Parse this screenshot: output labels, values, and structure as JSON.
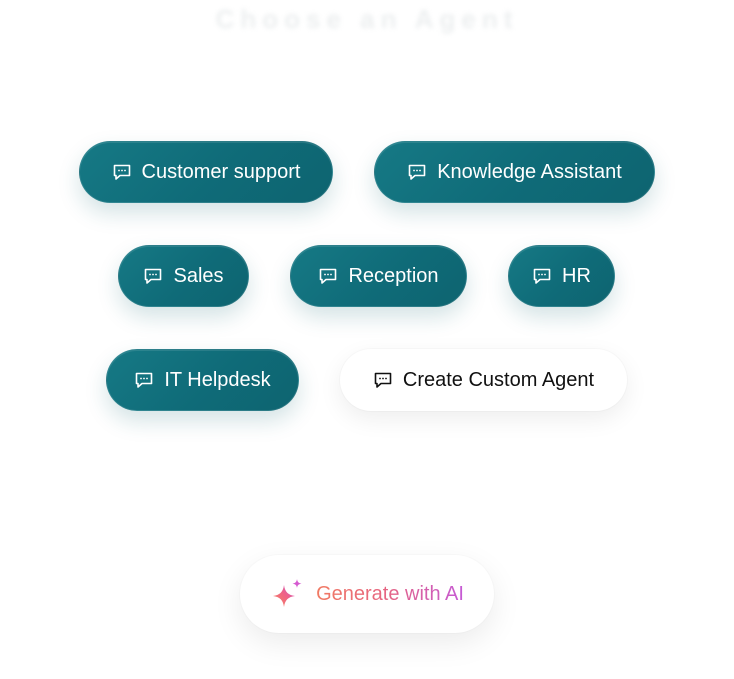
{
  "header": {
    "title": "Choose an Agent"
  },
  "agents": [
    {
      "label": "Customer support",
      "icon": "chat-bubble-icon"
    },
    {
      "label": "Knowledge Assistant",
      "icon": "chat-bubble-icon"
    },
    {
      "label": "Sales",
      "icon": "chat-bubble-icon"
    },
    {
      "label": "Reception",
      "icon": "chat-bubble-icon"
    },
    {
      "label": "HR",
      "icon": "chat-bubble-icon"
    },
    {
      "label": "IT Helpdesk",
      "icon": "chat-bubble-icon"
    }
  ],
  "custom_agent": {
    "label": "Create Custom Agent",
    "icon": "chat-bubble-icon"
  },
  "generate": {
    "label": "Generate with AI",
    "icon": "sparkle-icon"
  },
  "colors": {
    "chip_teal": "#0f6b78",
    "chip_text": "#ffffff",
    "custom_text": "#111111",
    "gradient_start": "#f17b63",
    "gradient_end": "#c55ad6"
  }
}
